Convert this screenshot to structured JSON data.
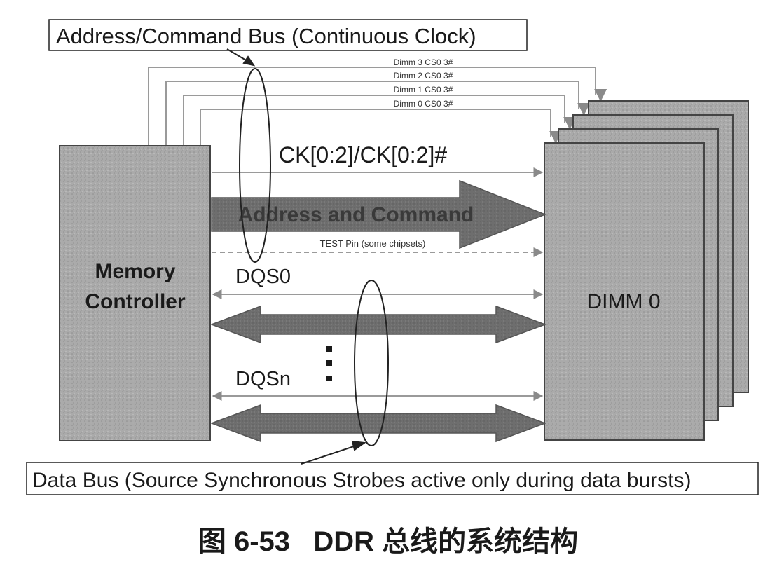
{
  "labels": {
    "addr_cmd_bus": "Address/Command Bus (Continuous Clock)",
    "data_bus": "Data Bus (Source Synchronous Strobes active only during data bursts)",
    "cs_lines": [
      "Dimm 3 CS0 3#",
      "Dimm 2 CS0 3#",
      "Dimm 1 CS0 3#",
      "Dimm 0 CS0 3#"
    ],
    "clock": "CK[0:2]/CK[0:2]#",
    "addr_cmd_arrow": "Address and Command",
    "test_pin": "TEST Pin (some chipsets)",
    "dqs0": "DQS0",
    "dqsn": "DQSn",
    "memory_controller": [
      "Memory",
      "Controller"
    ],
    "dimm": "DIMM 0"
  },
  "caption": "图 6-53   DDR 总线的系统结构",
  "colors": {
    "block_fill": "#a9a9a9",
    "block_stroke": "#444444",
    "arrow_fill": "#6f6f6f",
    "thin_line": "#9a9a9a",
    "text": "#1a1a1a"
  }
}
